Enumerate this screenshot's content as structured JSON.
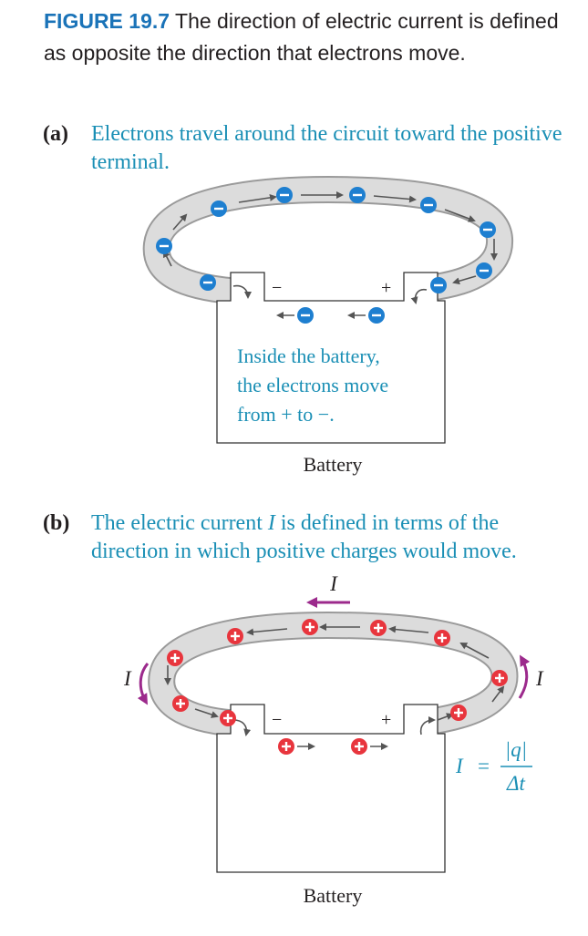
{
  "caption": {
    "figure_label": "FIGURE 19.7",
    "text": "The direction of electric current is defined as opposite the direction that electrons move."
  },
  "part_a": {
    "letter": "(a)",
    "text": "Electrons travel around the circuit toward the positive terminal.",
    "inside_note_lines": [
      "Inside the battery,",
      "the electrons move",
      "from + to −."
    ],
    "battery_label": "Battery",
    "minus_sign": "−",
    "plus_sign": "+"
  },
  "part_b": {
    "letter": "(b)",
    "text_before": "The electric current ",
    "text_symbol": "I",
    "text_after": " is defined in terms of the direction in which positive charges would move.",
    "current_symbol": "I",
    "battery_label": "Battery",
    "minus_sign": "−",
    "plus_sign": "+",
    "equation": {
      "lhs": "I",
      "equals": "=",
      "numerator": "|q|",
      "denominator": "Δt"
    }
  },
  "colors": {
    "blue_label": "#1a73b8",
    "teal_text": "#1a8fb5",
    "electron_fill": "#1e7fd0",
    "proton_fill": "#e8353d",
    "current_arrow": "#9c2a8c",
    "wire_fill": "#d4d4d4"
  }
}
